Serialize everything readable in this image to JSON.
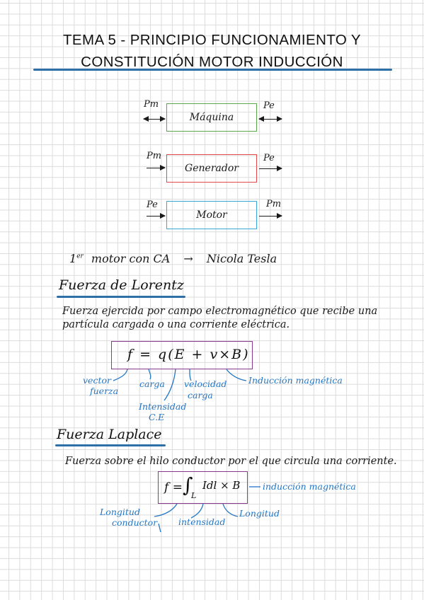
{
  "title": {
    "line1": "TEMA 5 - PRINCIPIO FUNCIONAMIENTO Y",
    "line2": "CONSTITUCIÓN MOTOR INDUCCIÓN"
  },
  "colors": {
    "accent": "#2f6fa8",
    "annotation": "#2577c4",
    "formula_box": "#8a3a8c",
    "machine": "#5aa84a",
    "generator": "#e04a4a",
    "motor": "#3aa6d6"
  },
  "diagrams": [
    {
      "label": "Máquina",
      "left_label": "Pm",
      "right_label": "Pe",
      "color": "#5aa84a"
    },
    {
      "label": "Generador",
      "left_label": "Pm",
      "right_label": "Pe",
      "color": "#e04a4a"
    },
    {
      "label": "Motor",
      "left_label": "Pe",
      "right_label": "Pm",
      "color": "#3aa6d6"
    }
  ],
  "first_motor": {
    "ordinal": "1",
    "superscript": "er",
    "text": "motor con CA",
    "arrow": "→",
    "name": "Nicola Tesla"
  },
  "lorentz": {
    "heading": "Fuerza de Lorentz",
    "description_line1": "Fuerza ejercida por campo electromagnético que recibe una",
    "description_line2": "partícula cargada o una corriente eléctrica.",
    "formula": "f = q(E + v×B)",
    "annotations": {
      "vector": "vector",
      "fuerza": "fuerza",
      "carga": "carga",
      "intensidad": "Intensidad",
      "ce": "C.E",
      "velocidad": "velocidad",
      "velocidad_carga": "carga",
      "induccion": "Inducción magnética"
    }
  },
  "laplace": {
    "heading": "Fuerza Laplace",
    "description": "Fuerza sobre el hilo conductor por el que circula una corriente.",
    "formula_f": "f =",
    "formula_integral": "∫",
    "formula_sub": "L",
    "formula_body": "Idl × B",
    "annotations": {
      "longitud": "Longitud",
      "conductor": "conductor",
      "intensidad": "intensidad",
      "longitud2": "Longitud",
      "induccion": "inducción magnética"
    }
  }
}
